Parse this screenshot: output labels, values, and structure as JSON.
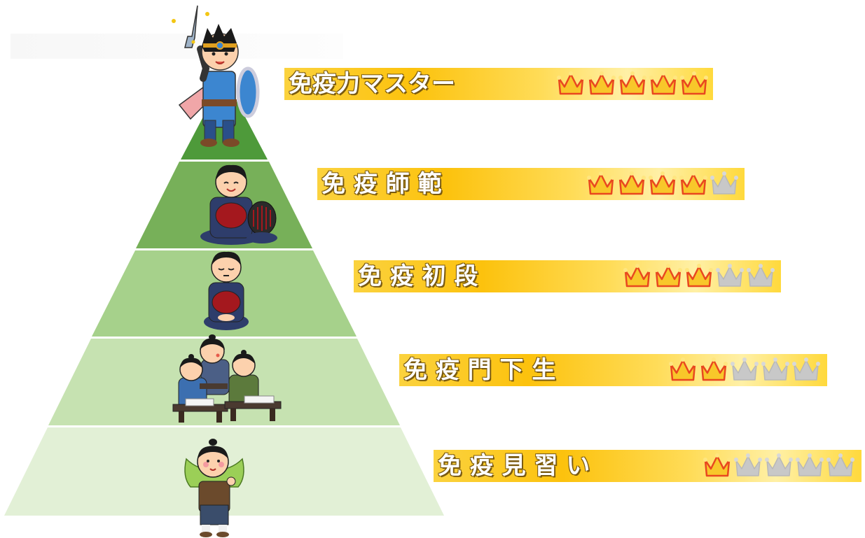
{
  "levels": [
    {
      "label": "免疫力マスター",
      "crowns_filled": 5,
      "crowns_total": 5,
      "character_icon": "hero-with-sword-icon"
    },
    {
      "label": "免 疫 師 範",
      "crowns_filled": 4,
      "crowns_total": 5,
      "character_icon": "kendo-master-icon"
    },
    {
      "label": "免 疫 初 段",
      "crowns_filled": 3,
      "crowns_total": 5,
      "character_icon": "kendo-student-icon"
    },
    {
      "label": "免 疫 門 下 生",
      "crowns_filled": 2,
      "crowns_total": 5,
      "character_icon": "terakoya-students-icon"
    },
    {
      "label": "免 疫 見 習 い",
      "crowns_filled": 1,
      "crowns_total": 5,
      "character_icon": "apprentice-boy-icon"
    }
  ],
  "colors": {
    "tier_1": "#4e9a3a",
    "tier_2": "#77b059",
    "tier_3": "#a6d18b",
    "tier_4": "#c6e2b1",
    "tier_5": "#e2f0d6",
    "crown_gold": "#f8c72a",
    "crown_red": "#e9471f",
    "crown_gray": "#c8c8c8",
    "banner_gold": "#fcc20d"
  }
}
